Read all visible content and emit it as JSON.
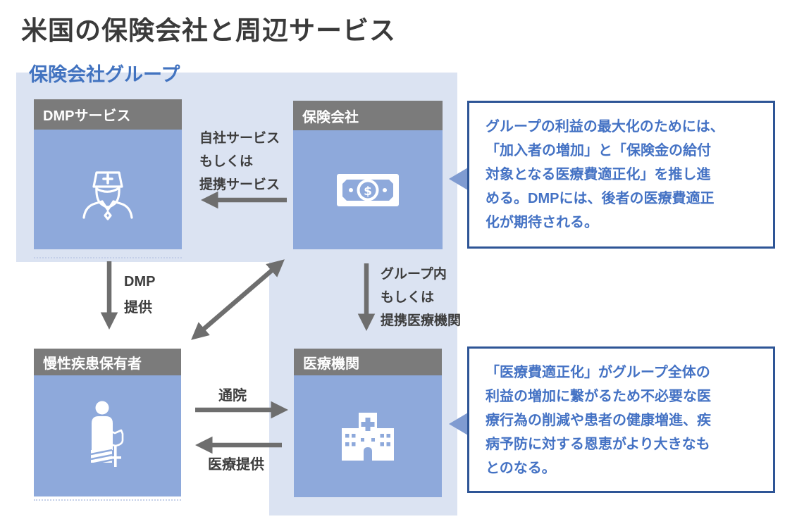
{
  "title": "米国の保険会社と周辺サービス",
  "group_label": "保険会社グループ",
  "boxes": {
    "dmp": {
      "header": "DMPサービス",
      "icon": "nurse-icon"
    },
    "insurance": {
      "header": "保険会社",
      "icon": "money-bill-icon"
    },
    "patient": {
      "header": "慢性疾患保有者",
      "icon": "person-crutch-icon"
    },
    "hospital": {
      "header": "医療機関",
      "icon": "hospital-building-icon"
    }
  },
  "arrow_labels": {
    "service": "自社サービス\nもしくは\n提携サービス",
    "dmp_provide": "DMP\n提供",
    "group_route": "グループ内\nもしくは\n提携医療機関",
    "visit": "通院",
    "care": "医療提供"
  },
  "callouts": {
    "insurance_note": "グループの利益の最大化のためには、\n「加入者の増加」と「保険金の給付\n対象となる医療費適正化」を推し進\nめる。DMPには、後者の医療費適正\n化が期待される。",
    "hospital_note": "「医療費適正化」がグループ全体の\n利益の増加に繋がるため不必要な医\n療行為の削減や患者の健康増進、疾\n病予防に対する恩恵がより大きなも\nとのなる。"
  },
  "colors": {
    "box_body_blue": "#8ea9db",
    "box_header_gray": "#7b7b7b",
    "group_background": "#dbe3f2",
    "arrow_gray": "#6e6e6e",
    "callout_border": "#2e5596",
    "callout_text": "#4472c4",
    "accent_blue": "#4273c0",
    "title_text": "#3a3a3a"
  }
}
